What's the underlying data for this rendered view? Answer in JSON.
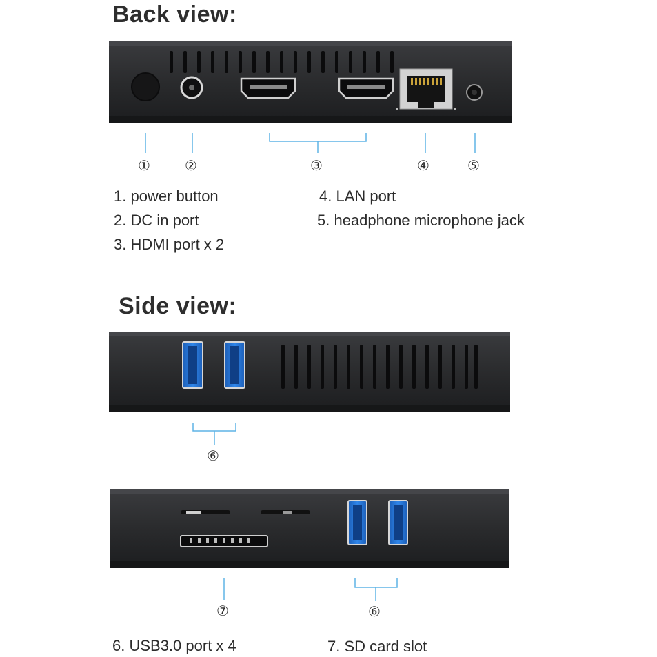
{
  "back_view": {
    "heading": "Back view:",
    "callouts": [
      "①",
      "②",
      "③",
      "④",
      "⑤"
    ],
    "legend": [
      "1. power button",
      "2. DC in port",
      "3. HDMI port x 2",
      "4. LAN port",
      "5. headphone microphone jack"
    ]
  },
  "side_view": {
    "heading": "Side view:",
    "callouts": [
      "⑥",
      "⑦",
      "⑥"
    ],
    "legend": [
      "6. USB3.0 port x 4",
      "7. SD card slot"
    ]
  },
  "colors": {
    "device_body": "#2a2b2d",
    "usb_blue": "#1c6fd6",
    "leader_line": "#5fb4e6"
  }
}
